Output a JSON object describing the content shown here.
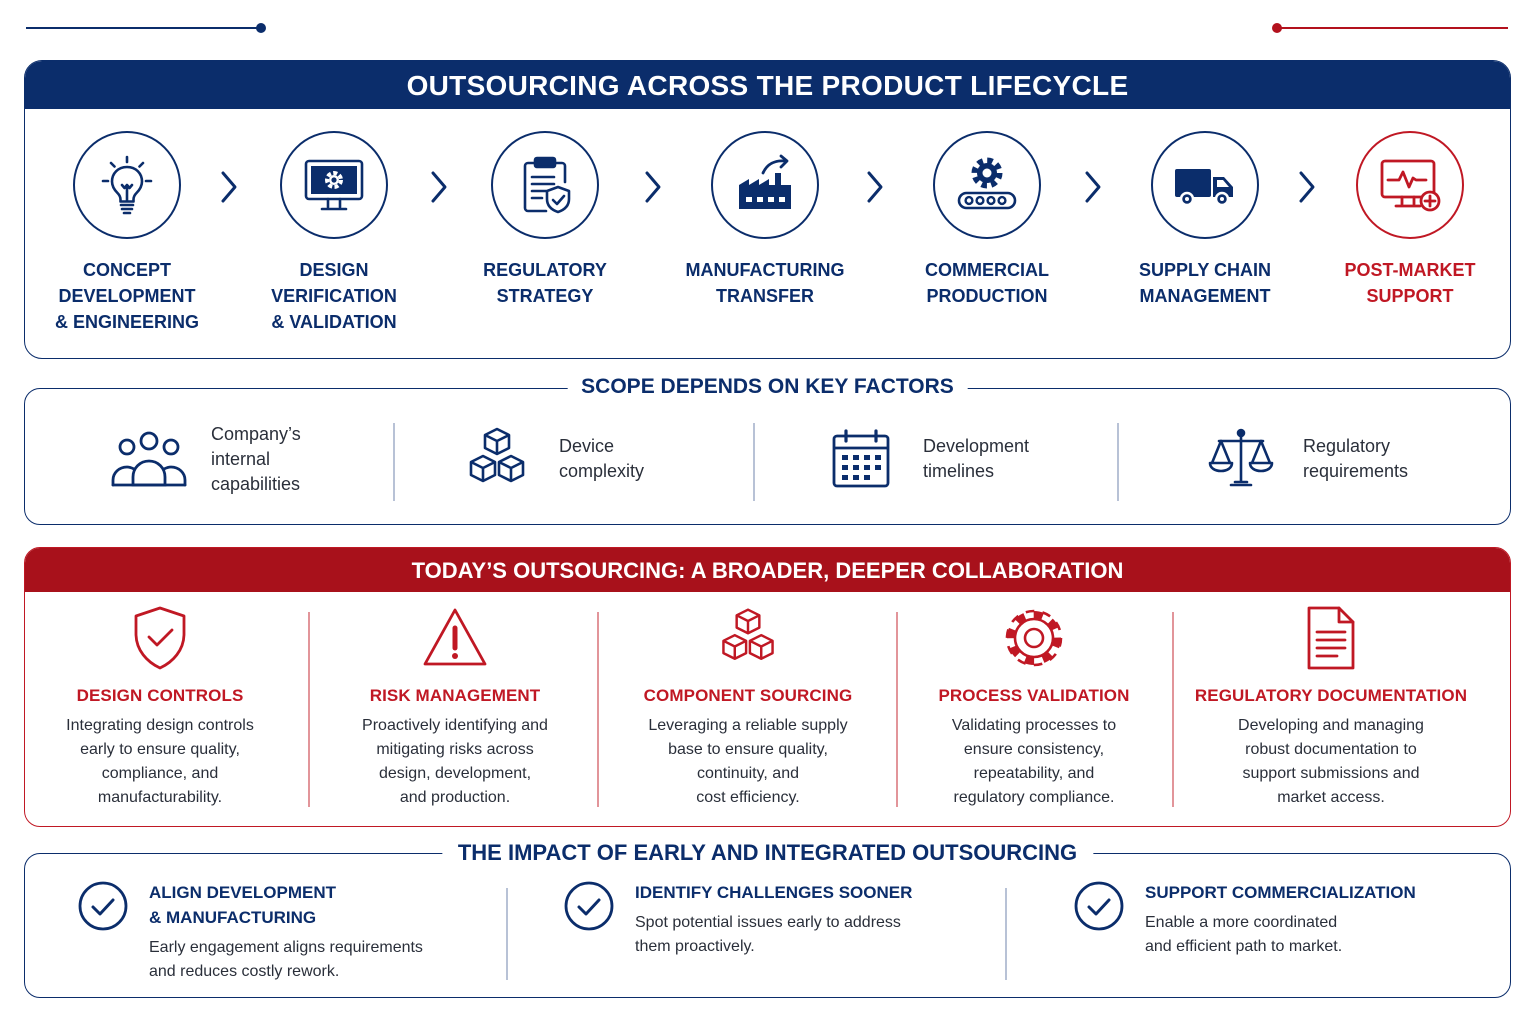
{
  "colors": {
    "navy": "#0b2d6b",
    "red": "#c01824",
    "banner_red": "#a8111b"
  },
  "lifecycle": {
    "title": "OUTSOURCING ACROSS THE PRODUCT LIFECYCLE",
    "stages": [
      {
        "label": "CONCEPT\nDEVELOPMENT\n& ENGINEERING",
        "icon": "lightbulb-icon"
      },
      {
        "label": "DESIGN\nVERIFICATION\n& VALIDATION",
        "icon": "monitor-gear-icon"
      },
      {
        "label": "REGULATORY\nSTRATEGY",
        "icon": "clipboard-shield-icon"
      },
      {
        "label": "MANUFACTURING\nTRANSFER",
        "icon": "factory-arrow-icon"
      },
      {
        "label": "COMMERCIAL\nPRODUCTION",
        "icon": "gear-conveyor-icon"
      },
      {
        "label": "SUPPLY CHAIN\nMANAGEMENT",
        "icon": "truck-icon"
      },
      {
        "label": "POST-MARKET\nSUPPORT",
        "icon": "monitor-heartbeat-icon"
      }
    ]
  },
  "factors": {
    "title": "SCOPE DEPENDS ON KEY FACTORS",
    "items": [
      {
        "text": "Company’s\ninternal\ncapabilities",
        "icon": "people-group-icon"
      },
      {
        "text": "Device\ncomplexity",
        "icon": "cubes-icon"
      },
      {
        "text": "Development\ntimelines",
        "icon": "calendar-icon"
      },
      {
        "text": "Regulatory\nrequirements",
        "icon": "scales-icon"
      }
    ]
  },
  "collaboration": {
    "title": "TODAY’S OUTSOURCING: A BROADER, DEEPER COLLABORATION",
    "items": [
      {
        "title": "DESIGN CONTROLS",
        "desc": "Integrating design controls\nearly to ensure quality,\ncompliance, and\nmanufacturability.",
        "icon": "shield-check-icon"
      },
      {
        "title": "RISK MANAGEMENT",
        "desc": "Proactively identifying and\nmitigating risks across\ndesign, development,\nand production.",
        "icon": "warning-triangle-icon"
      },
      {
        "title": "COMPONENT SOURCING",
        "desc": "Leveraging a reliable supply\nbase to ensure quality,\ncontinuity, and\ncost efficiency.",
        "icon": "cubes-icon"
      },
      {
        "title": "PROCESS VALIDATION",
        "desc": "Validating processes to\nensure consistency,\nrepeatability, and\nregulatory compliance.",
        "icon": "gear-icon"
      },
      {
        "title": "REGULATORY DOCUMENTATION",
        "desc": "Developing and managing\nrobust documentation to\nsupport submissions and\nmarket access.",
        "icon": "document-icon"
      }
    ]
  },
  "impact": {
    "title": "THE IMPACT OF EARLY AND INTEGRATED OUTSOURCING",
    "items": [
      {
        "title": "ALIGN DEVELOPMENT\n& MANUFACTURING",
        "desc": "Early engagement aligns requirements\nand reduces costly rework.",
        "icon": "check-circle-icon"
      },
      {
        "title": "IDENTIFY CHALLENGES SOONER",
        "desc": "Spot potential issues early to address\nthem proactively.",
        "icon": "check-circle-icon"
      },
      {
        "title": "SUPPORT COMMERCIALIZATION",
        "desc": "Enable a more coordinated\nand efficient path to market.",
        "icon": "check-circle-icon"
      }
    ]
  }
}
